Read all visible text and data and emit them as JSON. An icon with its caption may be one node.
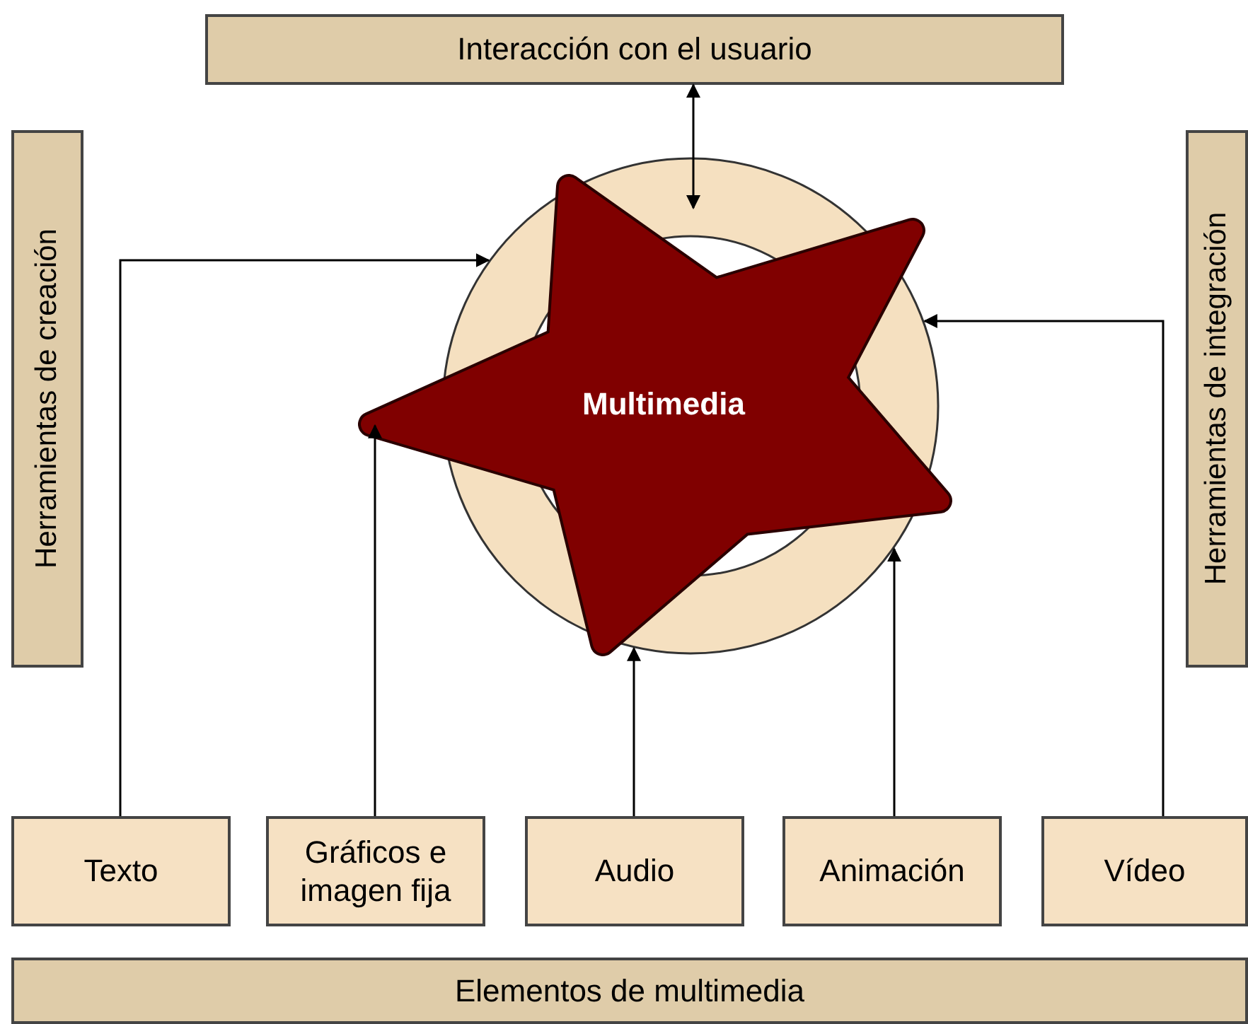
{
  "diagram": {
    "nodes": [
      {
        "text": [
          "Interacción con el usuario"
        ]
      },
      {
        "text": [
          "Herramientas de creación"
        ]
      },
      {
        "text": [
          "Herramientas de integración"
        ]
      },
      {
        "text": [
          "Multimedia"
        ]
      },
      {
        "text": [
          "Texto"
        ]
      },
      {
        "text": [
          "Gráficos e imagen fija"
        ]
      },
      {
        "text": [
          "Audio"
        ]
      },
      {
        "text": [
          "Animación"
        ]
      },
      {
        "text": [
          "Vídeo"
        ]
      },
      {
        "text": [
          "Elementos de multimedia"
        ]
      }
    ],
    "edges": [
      {
        "from": 0,
        "to": 3,
        "arrow": "both"
      },
      {
        "from": 4,
        "to": 3,
        "arrow": "to"
      },
      {
        "from": 5,
        "to": 3,
        "arrow": "to"
      },
      {
        "from": 6,
        "to": 3,
        "arrow": "to"
      },
      {
        "from": 7,
        "to": 3,
        "arrow": "to"
      },
      {
        "from": 8,
        "to": 3,
        "arrow": "to"
      }
    ]
  }
}
